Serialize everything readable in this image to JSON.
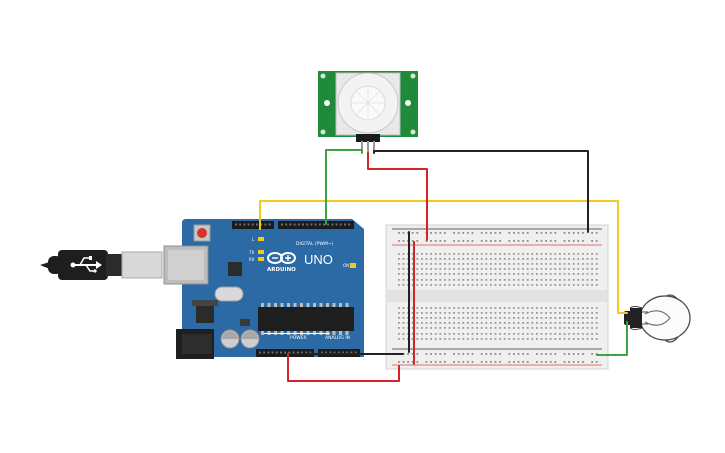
{
  "arduino": {
    "brand": "ARDUINO",
    "model": "UNO",
    "digital_label": "DIGITAL (PWM~)",
    "power_label": "POWER",
    "analog_label": "ANALOG IN",
    "led_l": "L",
    "led_tx": "TX",
    "led_rx": "RX",
    "led_on": "ON",
    "board_color": "#2b6aa5",
    "logo_icon": "infinity-icon"
  },
  "pir_sensor": {
    "color": "#1f8a3a",
    "dome_color": "#f3f3f3",
    "pin_icon": "three-pin-header-icon"
  },
  "breadboard": {
    "color": "#efefef",
    "rail_plus_color": "#e04040",
    "rail_minus_color": "#333333"
  },
  "bulb": {
    "icon": "light-bulb-icon",
    "glass_color": "#fbfbfb",
    "base_color": "#222222"
  },
  "usb_cable": {
    "icon": "usb-b-plug-icon",
    "color": "#1e1e1e"
  },
  "wires": {
    "yellow": "#f2c91d",
    "green": "#3ea33e",
    "red": "#d6232a",
    "black": "#222222"
  }
}
